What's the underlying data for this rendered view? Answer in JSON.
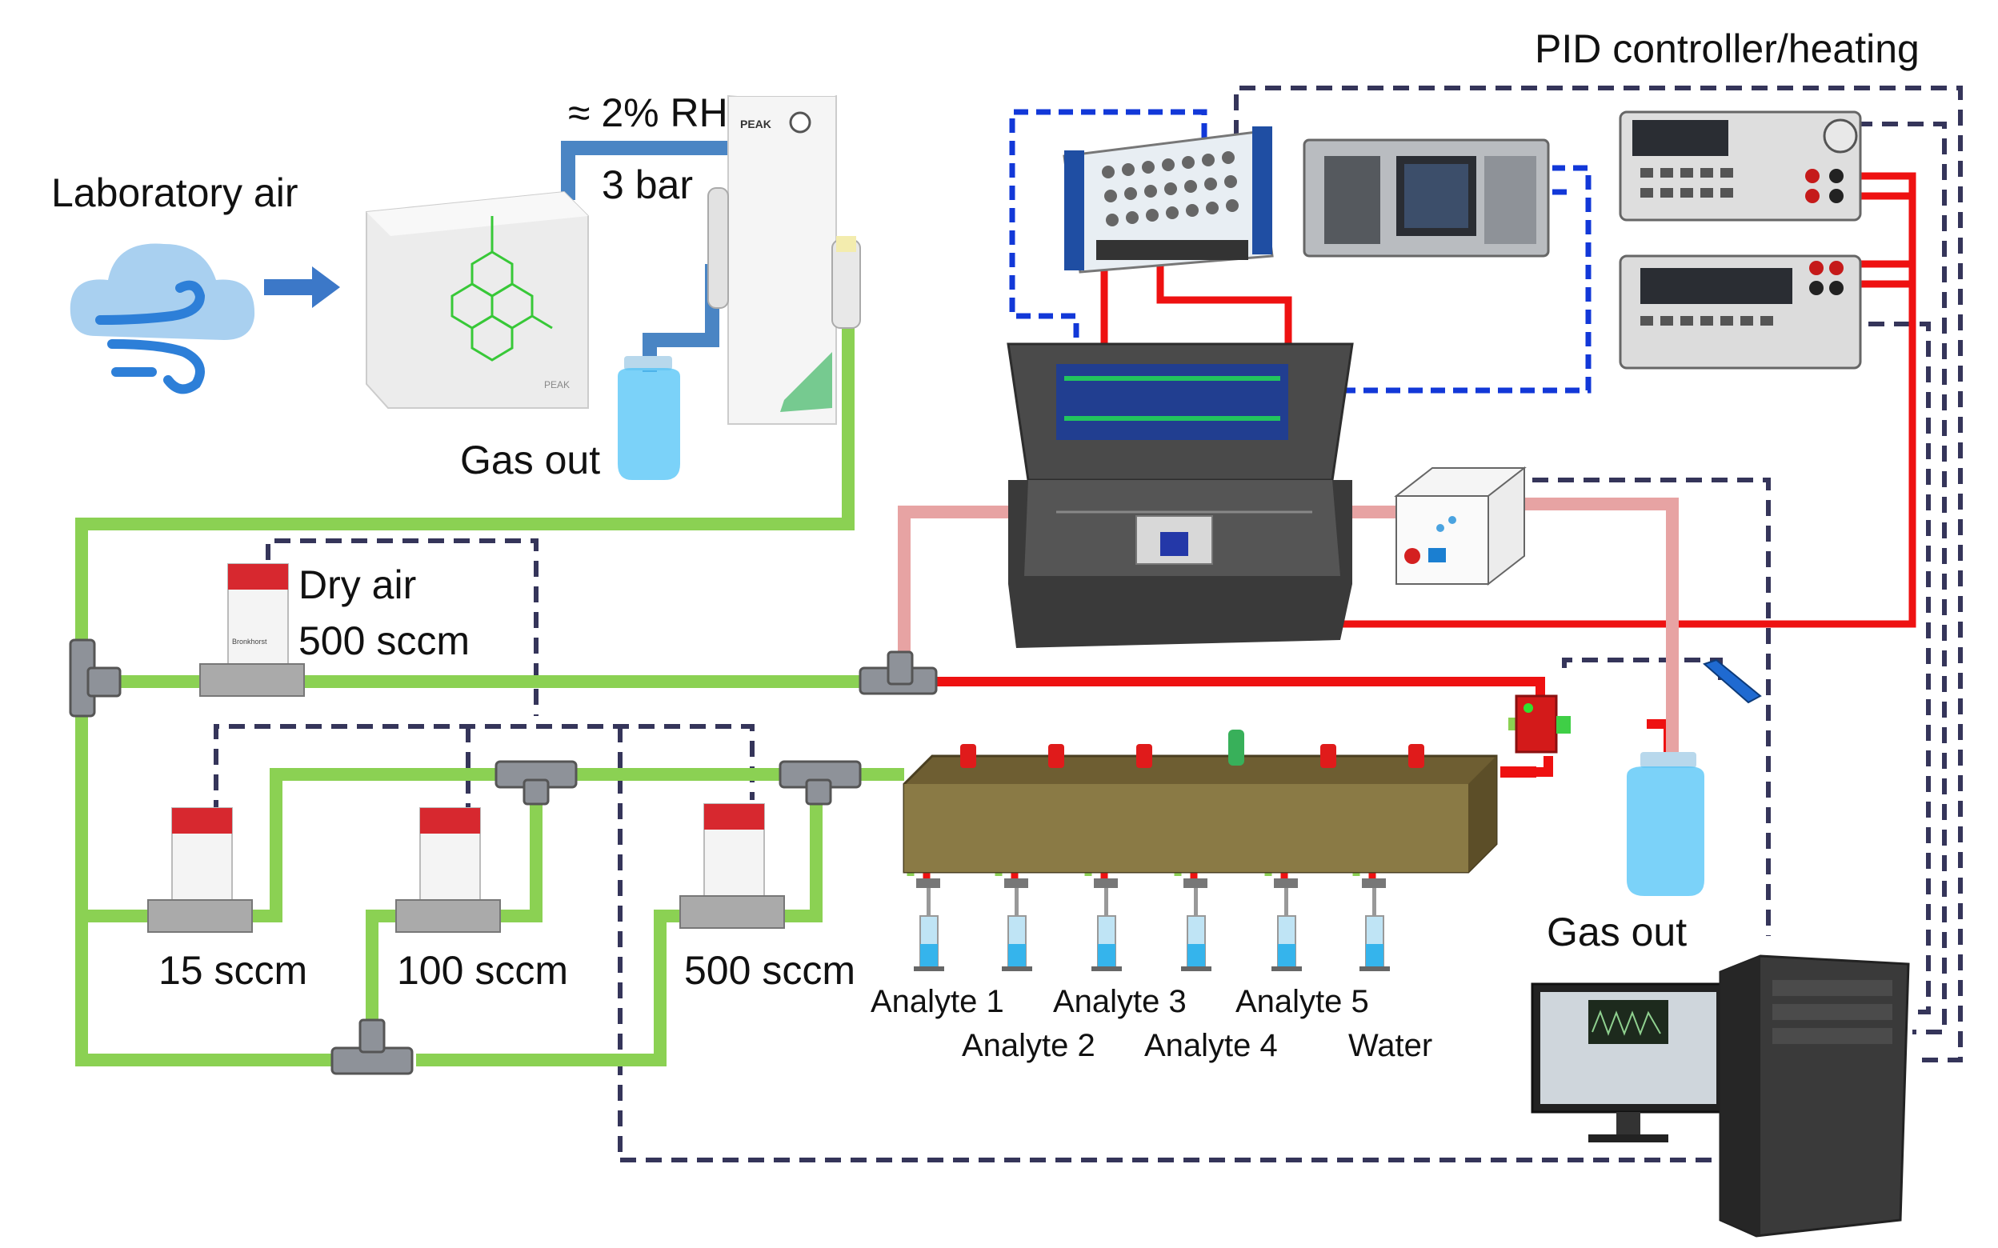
{
  "labels": {
    "pid": "PID controller/heating",
    "lab_air": "Laboratory air",
    "rh": "≈ 2% RH",
    "bar": "3 bar",
    "gas_out_top": "Gas out",
    "dry_air": "Dry air",
    "dry_air_flow": "500 sccm",
    "mfc1": "15 sccm",
    "mfc2": "100 sccm",
    "mfc3": "500 sccm",
    "gas_out_right": "Gas out",
    "analyte1": "Analyte 1",
    "analyte2": "Analyte 2",
    "analyte3": "Analyte 3",
    "analyte4": "Analyte 4",
    "analyte5": "Analyte 5",
    "water": "Water"
  },
  "device_text": {
    "peak": "PEAK",
    "bronkhorst": "Bronkhorst"
  },
  "colors": {
    "dry_line": "#8bd153",
    "heated_line": "#ee1111",
    "return_line": "#e7a3a3",
    "supply_line": "#4a85c4",
    "signal_dash": "#35355a",
    "daq_dash": "#1238d8"
  }
}
